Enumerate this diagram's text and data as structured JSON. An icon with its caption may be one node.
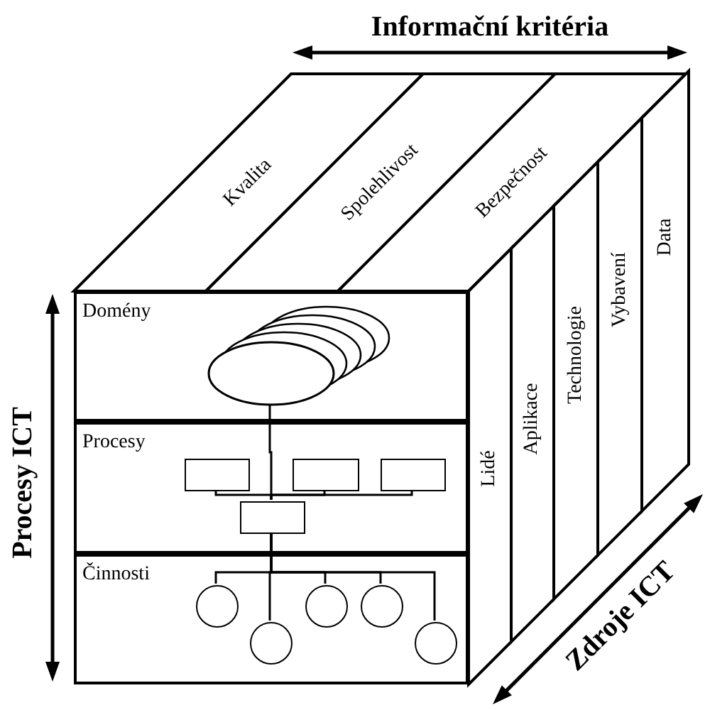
{
  "diagram": {
    "nodes": [
      {
        "text": [
          "Kvalita"
        ]
      },
      {
        "text": [
          "Spolehlivost"
        ]
      },
      {
        "text": [
          "Bezpečnost"
        ]
      },
      {
        "text": [
          "Domény"
        ]
      },
      {
        "text": [
          "Procesy"
        ]
      },
      {
        "text": [
          "Činnosti"
        ]
      },
      {
        "text": [
          "Lidé"
        ]
      },
      {
        "text": [
          "Aplikace"
        ]
      },
      {
        "text": [
          "Technologie"
        ]
      },
      {
        "text": [
          "Vybavení"
        ]
      },
      {
        "text": [
          "Data"
        ]
      },
      {
        "text": [],
        "shape": "ellipse",
        "in": 3
      },
      {
        "text": [],
        "shape": "box",
        "in": 4
      },
      {
        "text": [],
        "shape": "box",
        "in": 4
      },
      {
        "text": [],
        "shape": "box",
        "in": 4
      },
      {
        "text": [],
        "shape": "box",
        "in": 4
      },
      {
        "text": [],
        "shape": "circle",
        "in": 5
      },
      {
        "text": [],
        "shape": "circle",
        "in": 5
      },
      {
        "text": [],
        "shape": "circle",
        "in": 5
      },
      {
        "text": [],
        "shape": "circle",
        "in": 5
      },
      {
        "text": [],
        "shape": "circle",
        "in": 5
      }
    ],
    "edges": [
      {
        "from": 11,
        "to": 15,
        "arrow": "none"
      },
      {
        "from": 12,
        "to": 15,
        "arrow": "none"
      },
      {
        "from": 13,
        "to": 15,
        "arrow": "none"
      },
      {
        "from": 14,
        "to": 15,
        "arrow": "none"
      },
      {
        "from": 15,
        "to": 16,
        "arrow": "none"
      },
      {
        "from": 15,
        "to": 17,
        "arrow": "none"
      },
      {
        "from": 15,
        "to": 18,
        "arrow": "none"
      },
      {
        "from": 15,
        "to": 19,
        "arrow": "none"
      },
      {
        "from": 15,
        "to": 20,
        "arrow": "none"
      }
    ],
    "labels": [
      "Informační kritéria",
      "Procesy ICT",
      "Zdroje ICT"
    ]
  }
}
